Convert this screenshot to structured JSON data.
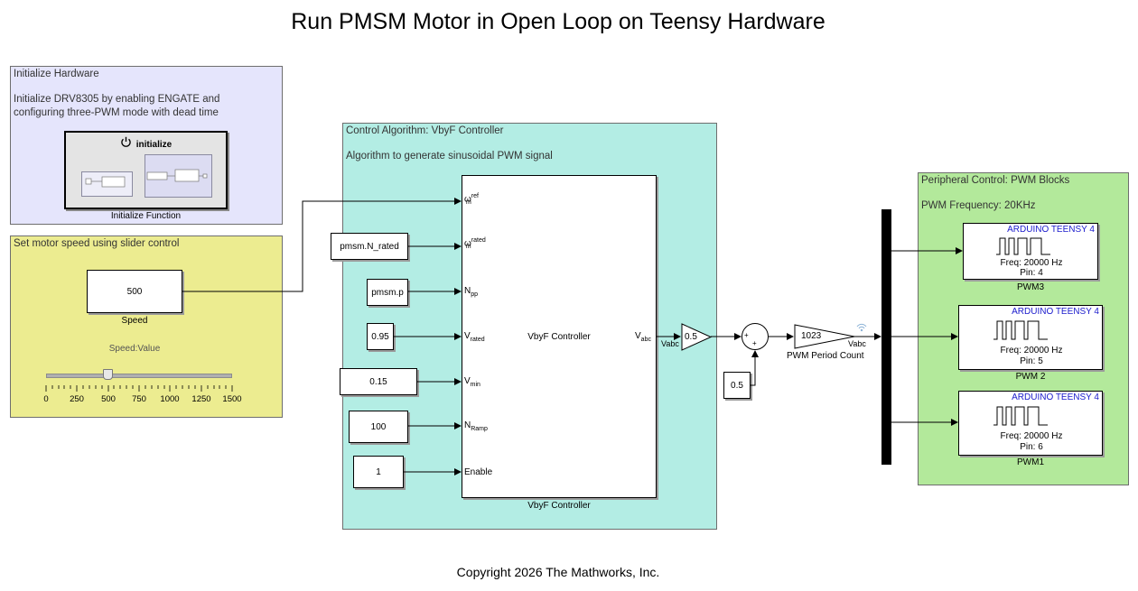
{
  "title": "Run PMSM Motor in Open Loop on Teensy Hardware",
  "colors": {
    "init_area": "#e5e5fc",
    "speed_area": "#ecec90",
    "control_area": "#b3ede4",
    "peripheral_area": "#b3e99b",
    "port_text": "#1a1acc"
  },
  "init_area": {
    "header": "Initialize Hardware",
    "description_line1": "Initialize DRV8305 by enabling ENGATE and",
    "description_line2": "configuring three-PWM mode with dead time",
    "block_label": "initialize",
    "block_icon": "power-icon",
    "caption": "Initialize Function"
  },
  "speed_area": {
    "header": "Set motor speed using slider control",
    "speed_value": "500",
    "speed_caption": "Speed",
    "slider_label": "Speed:Value",
    "slider_value": 500,
    "slider_min": 0,
    "slider_max": 1500,
    "ticks": [
      "0",
      "250",
      "500",
      "750",
      "1000",
      "1250",
      "1500"
    ]
  },
  "control_area": {
    "header": "Control Algorithm: VbyF Controller",
    "description": "Algorithm to generate sinusoidal PWM signal",
    "subsystem_label": "VbyF Controller",
    "subsystem_caption": "VbyF Controller",
    "constants": {
      "n_rated": "pmsm.N_rated",
      "pmsm_p": "pmsm.p",
      "v_rated": "0.95",
      "v_min": "0.15",
      "n_ramp": "100",
      "enable": "1"
    },
    "inputs": {
      "w_ref": {
        "base": "ω",
        "sup": "ref",
        "sub": "m"
      },
      "w_rated": {
        "base": "ω",
        "sup": "rated",
        "sub": "m"
      },
      "n_pp": {
        "base": "N",
        "sub": "pp"
      },
      "v_rated": {
        "base": "V",
        "sub": "rated"
      },
      "v_min": {
        "base": "V",
        "sub": "min"
      },
      "n_ramp": {
        "base": "N",
        "sub": "Ramp"
      },
      "enable": "Enable"
    },
    "output": {
      "base": "V",
      "sub": "abc"
    }
  },
  "signal_chain": {
    "signal_label_1": "Vabc",
    "gain_value": "0.5",
    "sum_plus_1": "+",
    "sum_plus_2": "+",
    "offset_value": "0.5",
    "period_gain_value": "1023",
    "period_gain_caption": "PWM Period Count",
    "signal_label_2": "Vabc"
  },
  "peripheral_area": {
    "header": "Peripheral Control: PWM Blocks",
    "frequency": "PWM Frequency: 20KHz",
    "pwm_blocks": [
      {
        "board": "ARDUINO TEENSY 4",
        "freq": "Freq: 20000 Hz",
        "pin": "Pin: 4",
        "caption": "PWM3"
      },
      {
        "board": "ARDUINO TEENSY 4",
        "freq": "Freq: 20000 Hz",
        "pin": "Pin: 5",
        "caption": "PWM 2"
      },
      {
        "board": "ARDUINO TEENSY 4",
        "freq": "Freq: 20000 Hz",
        "pin": "Pin: 6",
        "caption": "PWM1"
      }
    ]
  },
  "copyright": "Copyright 2026 The Mathworks, Inc."
}
